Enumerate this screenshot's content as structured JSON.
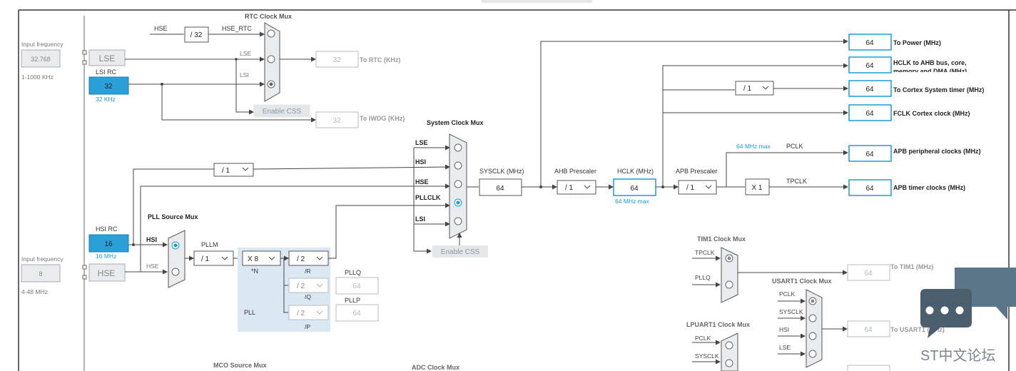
{
  "input_hse": {
    "label": "Input frequency",
    "value": "8",
    "range": "4-48 MHz"
  },
  "input_lse": {
    "label": "Input frequency",
    "value": "32.768",
    "range": "1-1000 KHz"
  },
  "sources": {
    "lse": "LSE",
    "lsi": "LSI RC",
    "lsi_value": "32",
    "lsi_freq": "32 KHz",
    "hsi": "HSI RC",
    "hsi_value": "16",
    "hsi_freq": "16 MHz",
    "hse": "HSE"
  },
  "rtc": {
    "title": "RTC Clock Mux",
    "hse": "HSE",
    "div": "/ 32",
    "hse_rtc": "HSE_RTC",
    "lse": "LSE",
    "lsi": "LSI",
    "enable_css": "Enable CSS",
    "rtc_value": "32",
    "rtc_label": "To RTC (KHz)",
    "iwdg_value": "32",
    "iwdg_label": "To IWDG (KHz)"
  },
  "pll": {
    "title": "PLL Source Mux",
    "hsi": "HSI",
    "hse": "HSE",
    "pllm_label": "PLLM",
    "pllm": "/ 1",
    "n_value": "X 8",
    "n_label": "*N",
    "r_div": "/ 2",
    "r_label": "/R",
    "q_div": "/ 2",
    "q_label": "/Q",
    "p_div": "/ 2",
    "p_label": "/P",
    "pllq_label": "PLLQ",
    "pllq": "64",
    "pllp_label": "PLLP",
    "pllp": "64",
    "pll_label": "PLL"
  },
  "sysmux": {
    "title": "System Clock Mux",
    "lse": "LSE",
    "hsi": "HSI",
    "hse": "HSE",
    "pllclk": "PLLCLK",
    "lsi": "LSI",
    "hsi_div": "/ 1",
    "enable_css": "Enable CSS"
  },
  "sysclk": {
    "label": "SYSCLK (MHz)",
    "value": "64"
  },
  "ahb": {
    "label": "AHB Prescaler",
    "value": "/ 1"
  },
  "hclk": {
    "label": "HCLK (MHz)",
    "value": "64",
    "max": "64 MHz max"
  },
  "apb": {
    "label": "APB Prescaler",
    "value": "/ 1",
    "pclk_max": "64 MHz max",
    "pclk": "PCLK",
    "x1": "X 1",
    "tpclk": "TPCLK"
  },
  "cortex_div": "/ 1",
  "outputs": [
    {
      "value": "64",
      "label": "To Power (MHz)"
    },
    {
      "value": "64",
      "label": "HCLK to AHB bus, core,",
      "label2": "memory and DMA (MHz)"
    },
    {
      "value": "64",
      "label": "To Cortex System timer (MHz)"
    },
    {
      "value": "64",
      "label": "FCLK Cortex clock (MHz)"
    },
    {
      "value": "64",
      "label": "APB peripheral clocks (MHz)"
    },
    {
      "value": "64",
      "label": "APB timer clocks (MHz)"
    }
  ],
  "tim1": {
    "title": "TIM1 Clock Mux",
    "in1": "TPCLK",
    "in2": "PLLQ",
    "value": "64",
    "label": "To TIM1 (MHz)"
  },
  "usart1": {
    "title": "USART1 Clock Mux",
    "in1": "PCLK",
    "in2": "SYSCLK",
    "in3": "HSI",
    "in4": "LSE",
    "value": "64",
    "label": "To USART1 (MHz)"
  },
  "lpuart1": {
    "title": "LPUART1 Clock Mux",
    "in1": "PCLK",
    "in2": "SYSCLK"
  },
  "mco": {
    "title": "MCO Source Mux"
  },
  "adc": {
    "title": "ADC Clock Mux"
  },
  "watermark": "ST中文论坛"
}
